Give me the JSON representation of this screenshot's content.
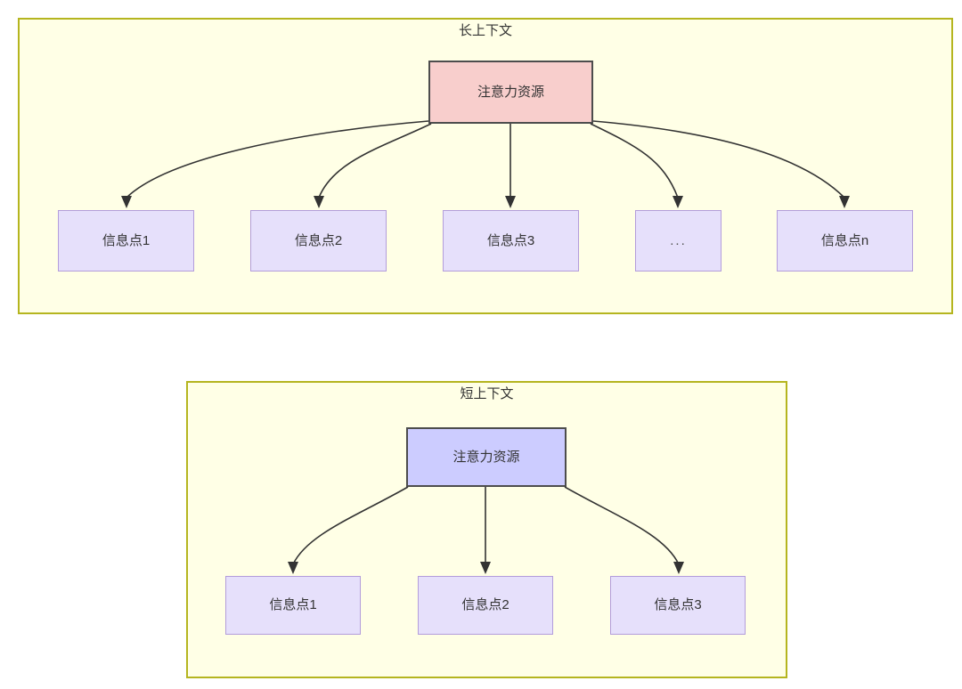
{
  "diagram": {
    "type": "attention-resource-allocation",
    "background_color": "#FFFFFF",
    "panel_fill": "#FFFFE6",
    "panel_border": "#B5B51F",
    "edge_color": "#333333",
    "panels": [
      {
        "id": "long-context",
        "title": "长上下文",
        "root": {
          "label": "注意力资源",
          "fill": "#F8CECC",
          "border": "#4D4D4D"
        },
        "leaves": [
          {
            "label": "信息点1",
            "fill": "#E6E0FB",
            "border": "#B39DDB"
          },
          {
            "label": "信息点2",
            "fill": "#E6E0FB",
            "border": "#B39DDB"
          },
          {
            "label": "信息点3",
            "fill": "#E6E0FB",
            "border": "#B39DDB"
          },
          {
            "label": "...",
            "fill": "#E6E0FB",
            "border": "#B39DDB"
          },
          {
            "label": "信息点n",
            "fill": "#E6E0FB",
            "border": "#B39DDB"
          }
        ]
      },
      {
        "id": "short-context",
        "title": "短上下文",
        "root": {
          "label": "注意力资源",
          "fill": "#CCCCFF",
          "border": "#4D4D4D"
        },
        "leaves": [
          {
            "label": "信息点1",
            "fill": "#E6E0FB",
            "border": "#B39DDB"
          },
          {
            "label": "信息点2",
            "fill": "#E6E0FB",
            "border": "#B39DDB"
          },
          {
            "label": "信息点3",
            "fill": "#E6E0FB",
            "border": "#B39DDB"
          }
        ]
      }
    ]
  }
}
